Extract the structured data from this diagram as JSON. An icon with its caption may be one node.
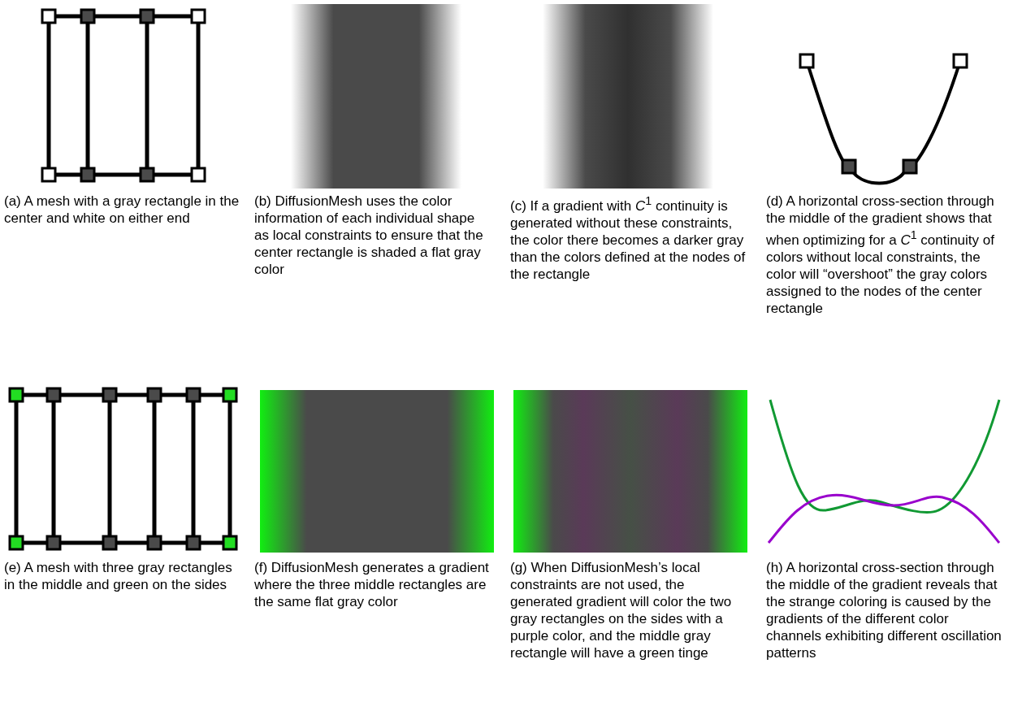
{
  "diagram": {
    "labels": [
      "(a) A mesh with a gray rectangle in the center and white on either end",
      "(b) DiffusionMesh uses the color information of each individual shape as local constraints to ensure that the center rectangle is shaded a flat gray color",
      "(c) If a gradient with *C*$^{1}$ continuity is generated without these constraints, the color there becomes a darker gray than the colors defined at the nodes of the rectangle",
      "(d) A horizontal cross-section through the middle of the gradient shows that when optimizing for a *C*$^{1}$ continuity of colors without local constraints, the color will “overshoot” the gray colors assigned to the nodes of the center rectangle",
      "(e) A mesh with three gray rectangles in the middle and green on the sides",
      "(f) DiffusionMesh generates a gradient where the three middle rectangles are the same flat gray color",
      "(g) When DiffusionMesh’s local constraints are not used, the generated gradient will color the two gray rectangles on the sides with a purple color, and the middle gray rectangle will have a green tinge",
      "(h) A horizontal cross-section through the middle of the gradient reveals that the strange coloring is caused by the gradients of the different color channels exhibiting different oscillation patterns"
    ]
  }
}
